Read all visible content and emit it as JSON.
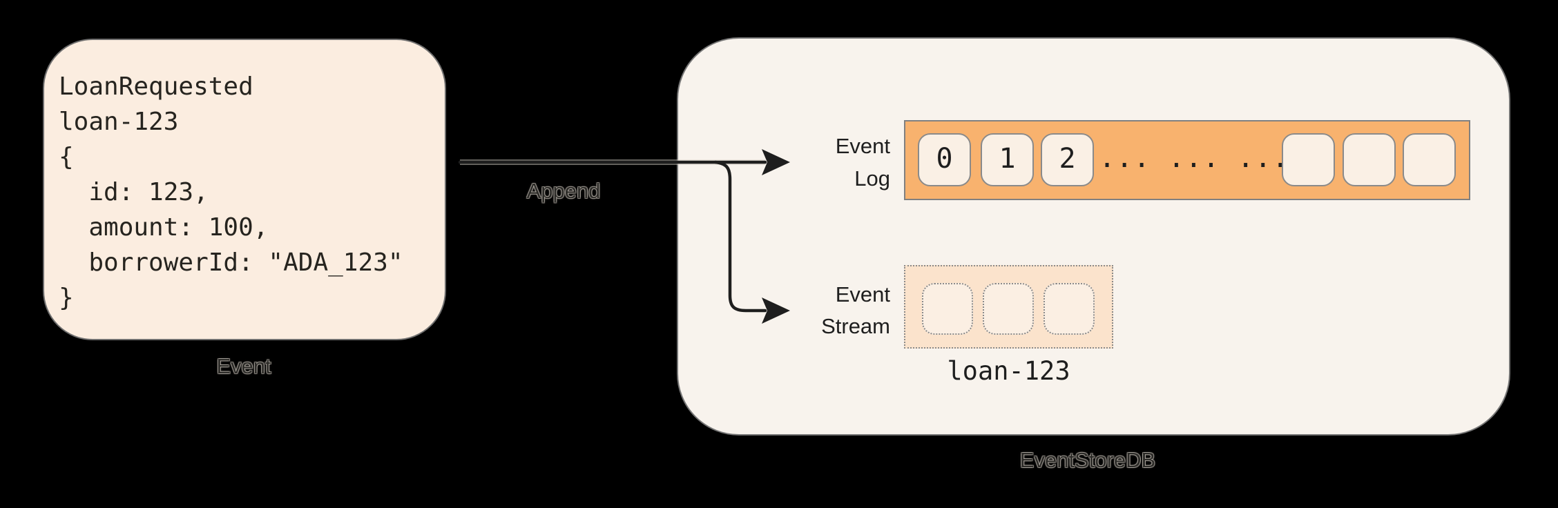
{
  "canvas": {
    "background": "#000000",
    "ink": "#1E1E1E"
  },
  "event_card": {
    "caption": "Event",
    "fill": "#FBEDE0",
    "border_color": "#6F6F6F",
    "code_lines": [
      "LoanRequested",
      "loan-123",
      "{",
      "  id: 123,",
      "  amount: 100,",
      "  borrowerId: \"ADA_123\"",
      "}"
    ]
  },
  "append_arrow": {
    "label": "Append",
    "color": "#1E1E1E"
  },
  "eventstore": {
    "caption": "EventStoreDB",
    "fill": "#F8F3ED",
    "border_color": "#757575",
    "event_log": {
      "label_line1": "Event",
      "label_line2": "Log",
      "bar_fill": "#F8B26E",
      "cell_fill": "#FAF0E5",
      "numbered_cells": [
        "0",
        "1",
        "2"
      ],
      "ellipsis": "... ... ...",
      "empty_cell_count": 3
    },
    "event_stream": {
      "label_line1": "Event",
      "label_line2": "Stream",
      "box_fill": "#FBE3CC",
      "cell_fill": "#FBEFE3",
      "empty_cell_count": 3,
      "stream_name": "loan-123"
    }
  }
}
